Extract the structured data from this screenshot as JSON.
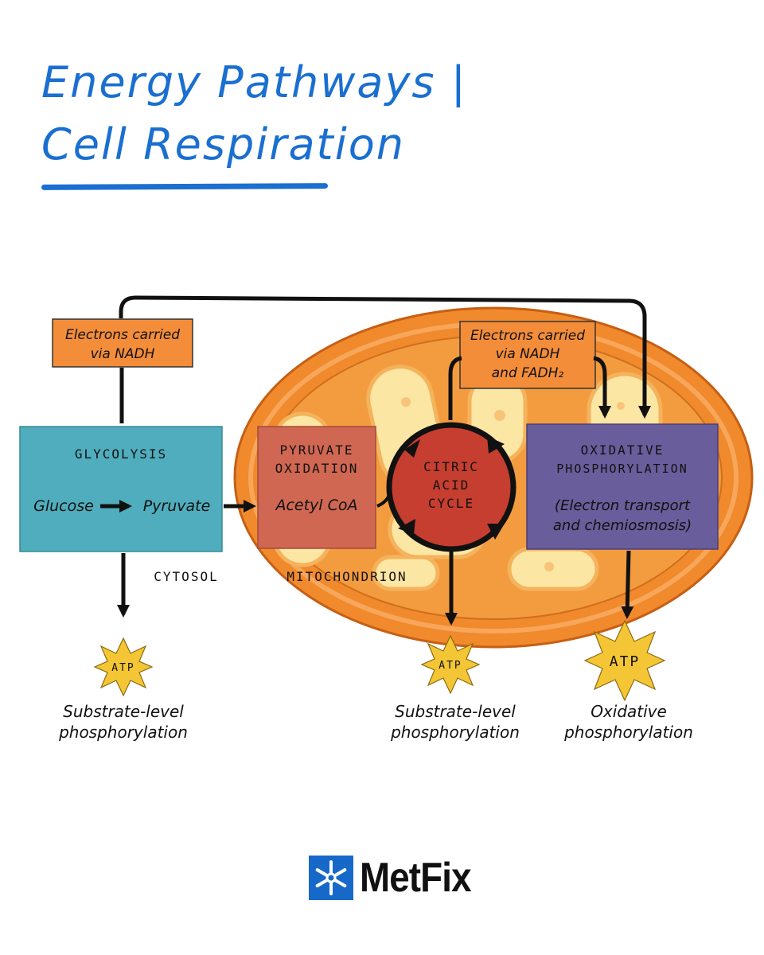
{
  "title": {
    "line1": "Energy Pathways |",
    "line2": "Cell Respiration"
  },
  "electrons_left": {
    "line1": "Electrons carried",
    "line2": "via NADH"
  },
  "electrons_right": {
    "line1": "Electrons carried",
    "line2": "via NADH",
    "line3": "and FADH₂"
  },
  "glycolysis": {
    "title": "GLYCOLYSIS",
    "input": "Glucose",
    "output": "Pyruvate"
  },
  "pyruvate_oxidation": {
    "line1": "PYRUVATE",
    "line2": "OXIDATION",
    "product": "Acetyl CoA"
  },
  "citric_acid_cycle": {
    "line1": "CITRIC",
    "line2": "ACID",
    "line3": "CYCLE"
  },
  "oxidative_phosphorylation": {
    "line1": "OXIDATIVE",
    "line2": "PHOSPHORYLATION",
    "line3": "(Electron transport",
    "line4": "and chemiosmosis)"
  },
  "locations": {
    "cytosol": "CYTOSOL",
    "mitochondrion": "MITOCHONDRION"
  },
  "atp_outputs": [
    {
      "badge": "ATP",
      "line1": "Substrate-level",
      "line2": "phosphorylation"
    },
    {
      "badge": "ATP",
      "line1": "Substrate-level",
      "line2": "phosphorylation"
    },
    {
      "badge": "ATP",
      "line1": "Oxidative",
      "line2": "phosphorylation"
    }
  ],
  "brand": {
    "name": "MetFix"
  },
  "colors": {
    "title_blue": "#1a6fd0",
    "mitochondrion_orange": "#f08a2c",
    "matrix_cream": "#fbe6a4",
    "glycolysis_teal": "#4fadbd",
    "pyruvate_box": "#d06752",
    "citric_red": "#c53e2f",
    "oxphos_purple": "#6a5d9b",
    "electron_box_orange": "#f38d3a",
    "atp_yellow": "#f4c635",
    "brand_blue": "#1769c9"
  }
}
